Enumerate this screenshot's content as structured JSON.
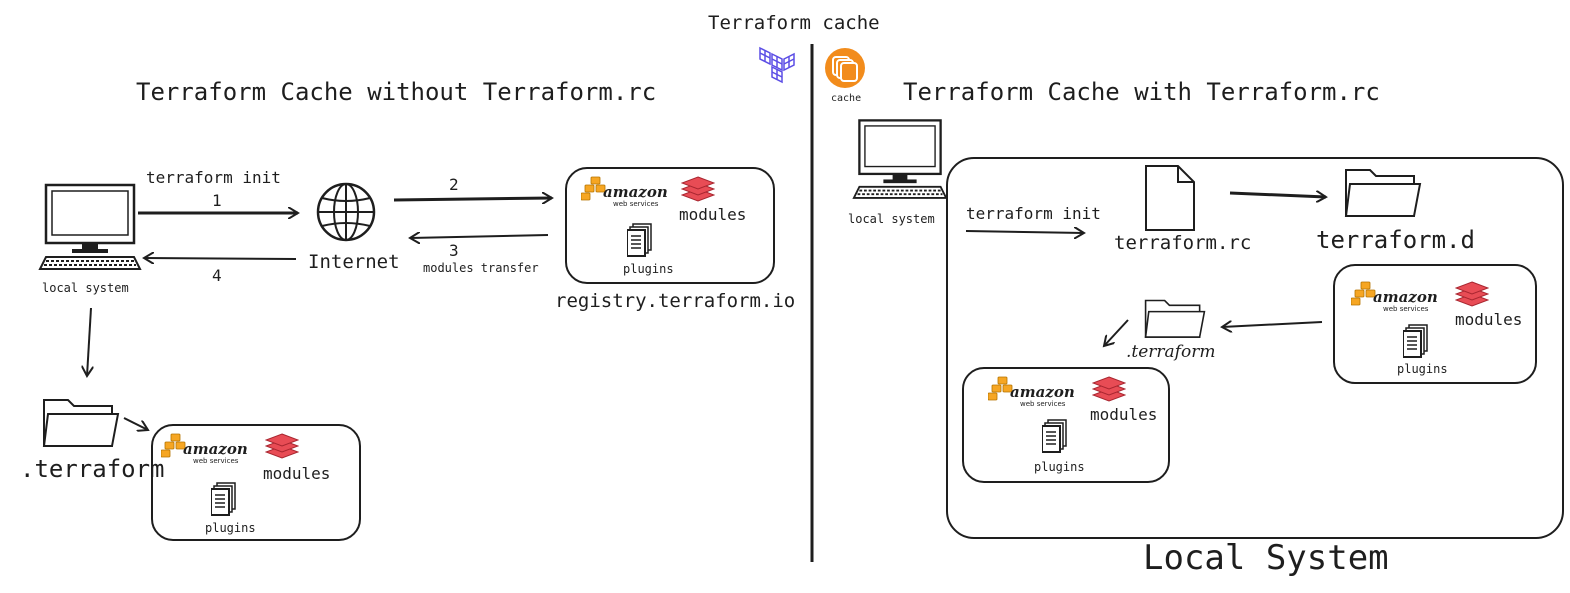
{
  "header": {
    "title": "Terraform cache"
  },
  "cache_icon": {
    "label": "cache"
  },
  "left": {
    "title": "Terraform Cache without Terraform.rc",
    "local_system_label": "local system",
    "cmd_label": "terraform init",
    "step1": "1",
    "step2": "2",
    "step3": "3",
    "step4": "4",
    "internet_label": "Internet",
    "transfer_label": "modules transfer",
    "registry_label": "registry.terraform.io",
    "registry_box": {
      "aws_text": "amazon",
      "aws_sub": "web services",
      "modules": "modules",
      "plugins": "plugins"
    },
    "terraform_dir": ".terraform",
    "local_box": {
      "aws_text": "amazon",
      "aws_sub": "web services",
      "modules": "modules",
      "plugins": "plugins"
    }
  },
  "right": {
    "title": "Terraform Cache with Terraform.rc",
    "local_system_label": "local system",
    "cmd_label": "terraform init",
    "rc_file": "terraform.rc",
    "d_folder": "terraform.d",
    "terraform_dir": ".terraform",
    "cache_box": {
      "aws_text": "amazon",
      "aws_sub": "web services",
      "modules": "modules",
      "plugins": "plugins"
    },
    "local_box": {
      "aws_text": "amazon",
      "aws_sub": "web services",
      "modules": "modules",
      "plugins": "plugins"
    },
    "container_label": "Local System"
  },
  "colors": {
    "stroke": "#1e1e1e",
    "aws_orange": "#f6a623",
    "modules_red": "#e84c55",
    "cache_orange": "#f28c1c",
    "terraform_purple": "#5c4ee5"
  }
}
